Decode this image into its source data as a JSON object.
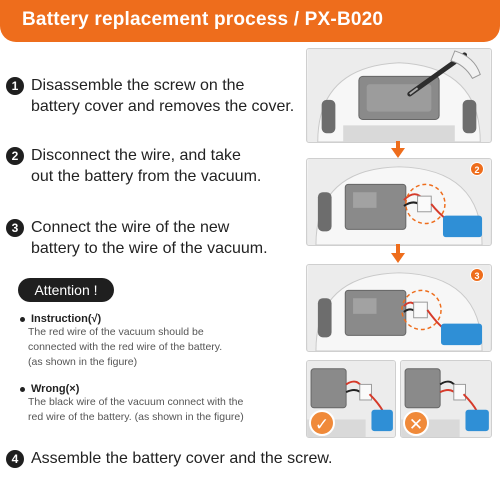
{
  "header": {
    "title": "Battery replacement process / PX-B020"
  },
  "steps": [
    {
      "number": "1",
      "lines": [
        "Disassemble the screw on the",
        "battery cover and removes the cover."
      ]
    },
    {
      "number": "2",
      "lines": [
        "Disconnect the wire, and take",
        "out the battery from the vacuum."
      ]
    },
    {
      "number": "3",
      "lines": [
        "Connect the wire of the new",
        "battery to the wire of the vacuum."
      ]
    },
    {
      "number": "4",
      "lines": [
        "Assemble the battery cover and the screw."
      ]
    }
  ],
  "attention": {
    "label": "Attention !"
  },
  "notes": {
    "instruction": {
      "title": "Instruction(√)",
      "lines": [
        "The red wire of the vacuum should be",
        "connected with the red wire of the battery.",
        "(as shown in the figure)"
      ]
    },
    "wrong": {
      "title": "Wrong(×)",
      "lines": [
        "The black wire of the vacuum connect with the",
        "red wire of the battery. (as shown in the figure)"
      ]
    }
  },
  "figures": {
    "badges": [
      "2",
      "3"
    ],
    "correct_mark": "✓",
    "wrong_mark": "✕"
  },
  "colors": {
    "accent": "#ee6d1c",
    "dark": "#1f1f1f",
    "battery_blue": "#2f8fd6",
    "wire_red": "#d63a2a"
  }
}
